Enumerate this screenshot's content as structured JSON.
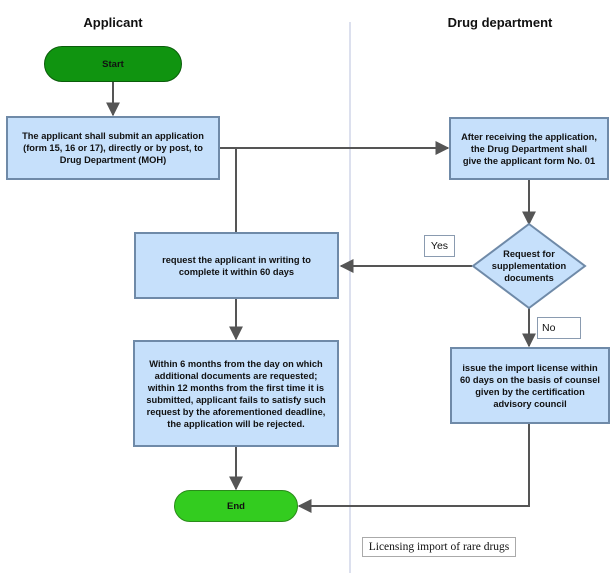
{
  "lanes": {
    "applicant": "Applicant",
    "drug_department": "Drug department"
  },
  "nodes": {
    "start": "Start",
    "submit": "The applicant shall submit an application (form 15, 16 or 17), directly or by post, to Drug Department (MOH)",
    "receive": "After receiving the application, the Drug Department shall give the applicant form No. 01",
    "decision": "Request for supplementation documents",
    "request": "request the applicant in writing to complete it within 60 days",
    "reject": "Within 6 months from the day on which additional documents are requested; within 12 months from the first time it is submitted, applicant fails to satisfy such request by the aforementioned deadline, the application will be rejected.",
    "issue": "issue the import license within 60 days on the basis of counsel given by the certification advisory council",
    "end": "End"
  },
  "edge_labels": {
    "yes": "Yes",
    "no": "No"
  },
  "caption": "Licensing import of rare drugs",
  "colors": {
    "process_fill": "#c6e0fb",
    "process_border": "#6f8aa8",
    "start_fill": "#109410",
    "end_fill": "#33cc1f",
    "connector": "#555555",
    "lane_divider": "#c5cbe3"
  }
}
